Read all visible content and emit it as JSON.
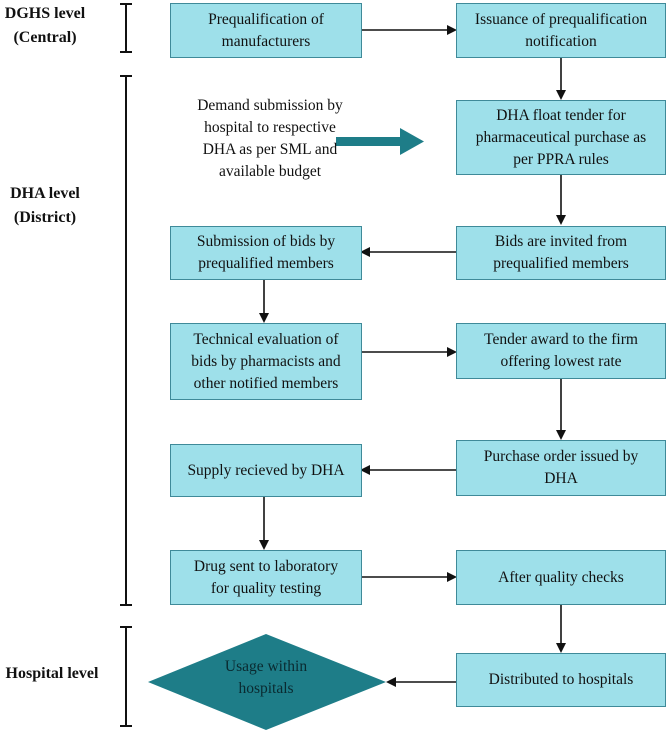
{
  "levels": {
    "central": "DGHS level\n(Central)",
    "district": "DHA level\n(District)",
    "hospital": "Hospital level"
  },
  "steps": {
    "prequal": "Prequalification of\nmanufacturers",
    "issuance": "Issuance of prequalification\nnotification",
    "demand": "Demand submission by\nhospital to respective\nDHA as per SML and\navailable budget",
    "float_tender": "DHA float tender for\npharmaceutical purchase as\nper PPRA rules",
    "submission": "Submission of bids by\nprequalified members",
    "bids_invited": "Bids are invited from\nprequalified members",
    "technical": "Technical evaluation of\nbids by pharmacists and\nother notified members",
    "tender_award": "Tender award to the firm\noffering lowest rate",
    "supply": "Supply recieved by DHA",
    "purchase_order": "Purchase order issued by\nDHA",
    "drug_sent": "Drug sent to laboratory\nfor  quality testing",
    "after_checks": "After quality checks",
    "distributed": "Distributed to hospitals",
    "usage": "Usage within\nhospitals"
  },
  "colors": {
    "box_fill": "#9ee0ea",
    "box_border": "#3f8a99",
    "diamond_fill": "#1e7d88",
    "thick_arrow": "#1e7d88",
    "line": "#111111"
  }
}
